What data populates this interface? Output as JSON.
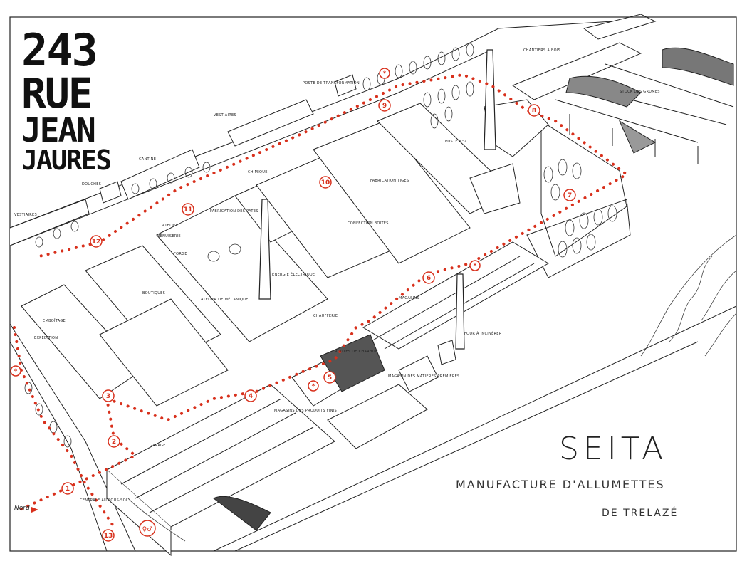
{
  "title": {
    "line1": "243",
    "line2": "RUE",
    "line3": "JEAN",
    "line4": "JAURES"
  },
  "company": "SEITA",
  "subtitle": "MANUFACTURE D'ALLUMETTES",
  "place": "DE TRELAZÉ",
  "north_label": "Nord",
  "accent_color": "#d8301c",
  "stops": [
    "1",
    "2",
    "3",
    "4",
    "5",
    "6",
    "7",
    "8",
    "9",
    "10",
    "11",
    "12",
    "13"
  ],
  "labels": {
    "vestiaires_top": "VESTIAIRES",
    "poste": "POSTE DE TRANSFORMATION",
    "chantiers": "CHANTIERS À BOIS",
    "stock": "STOCK DES GRUMES",
    "cantine": "CANTINE",
    "douches": "DOUCHES",
    "vestiaires_left": "VESTIAIRES",
    "chimique": "CHIMIQUE",
    "fabrication_pates": "FABRICATION DES PÂTES",
    "atelier": "ATELIER",
    "menuiserie": "MENUISERIE",
    "forge": "FORGE",
    "chaufferie": "CHAUFFERIE",
    "atelier_meca": "ATELIER DE MÉCANIQUE",
    "energie": "ÉNERGIE ÉLECTRIQUE",
    "confection": "CONFECTION BOÎTES",
    "fabrication_tiges": "FABRICATION TIGES",
    "poste2": "POSTE N°2",
    "magasins": "MAGASINS",
    "four": "FOUR À INCINÉRER",
    "boutiques": "BOUTIQUES",
    "emboitage": "EMBOÎTAGE",
    "expedition": "EXPÉDITION",
    "garage": "GARAGE",
    "centrale": "CENTRALE AU SOUS-SOL",
    "magasin_mp": "MAGASIN DES MATIÈRES PREMIÈRES",
    "magasin_pf": "MAGASINS DES PRODUITS FINIS",
    "routes": "ROUTES DE CHARBON"
  }
}
